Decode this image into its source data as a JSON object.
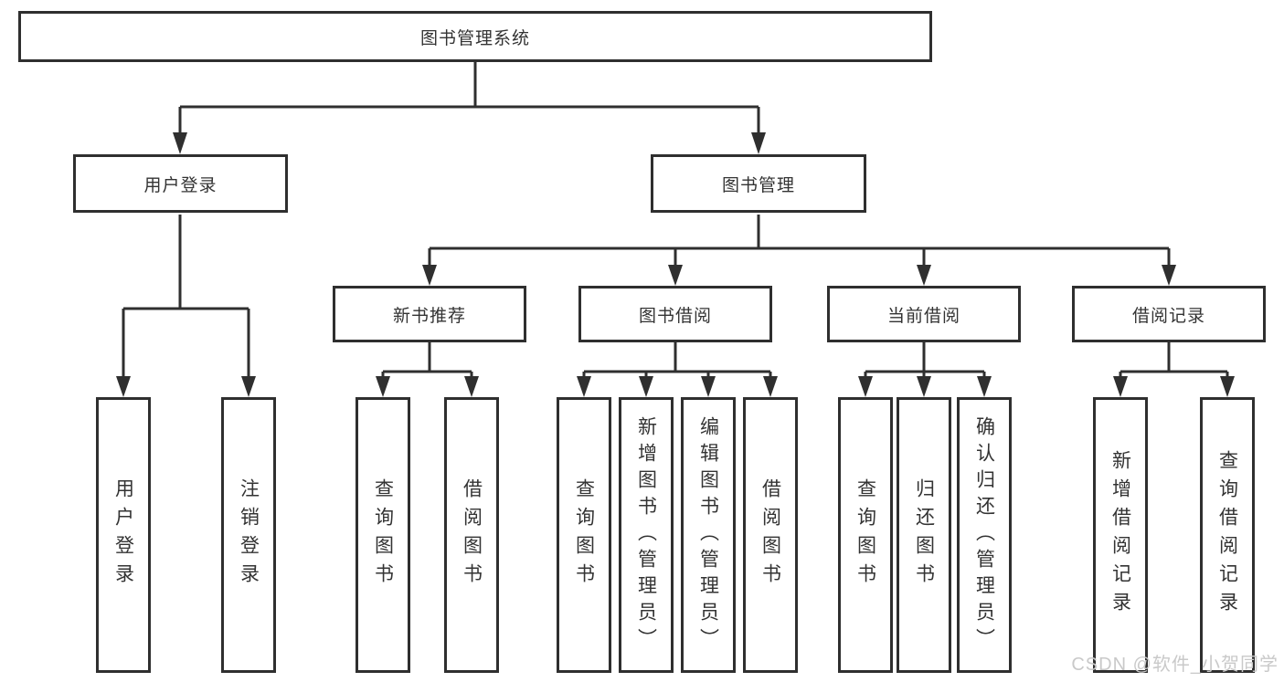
{
  "colors": {
    "line": "#2f2f2f",
    "text": "#333333",
    "box_background": "#ffffff",
    "page_background": "#ffffff",
    "watermark": "#c9c9c9"
  },
  "watermark": {
    "text": "CSDN @软件_小贺同学"
  },
  "tree": {
    "root": {
      "label": "图书管理系统"
    },
    "branches": [
      {
        "label": "用户登录",
        "children": [
          "用户登录",
          "注销登录"
        ]
      },
      {
        "label": "图书管理",
        "groups": [
          {
            "label": "新书推荐",
            "children": [
              "查询图书",
              "借阅图书"
            ]
          },
          {
            "label": "图书借阅",
            "children": [
              "查询图书",
              "新增图书（管理员）",
              "编辑图书（管理员）",
              "借阅图书"
            ]
          },
          {
            "label": "当前借阅",
            "children": [
              "查询图书",
              "归还图书",
              "确认归还（管理员）"
            ]
          },
          {
            "label": "借阅记录",
            "children": [
              "新增借阅记录",
              "查询借阅记录"
            ]
          }
        ]
      }
    ]
  }
}
